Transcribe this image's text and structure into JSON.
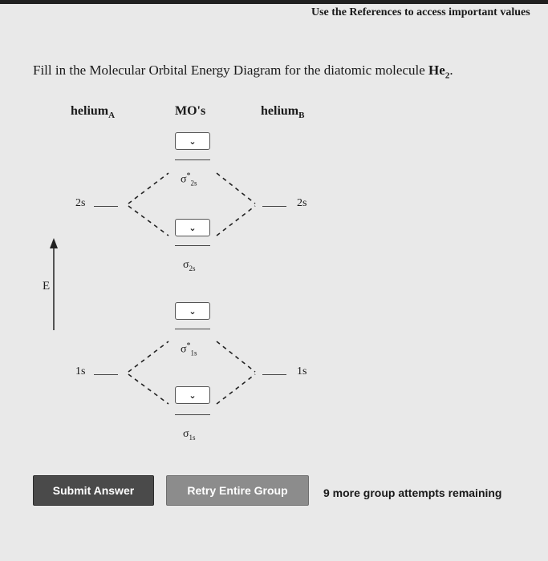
{
  "header": {
    "references_text": "Use the References to access important values"
  },
  "question": {
    "prompt": "Fill in the Molecular Orbital Energy Diagram for the diatomic molecule ",
    "molecule": "He",
    "molecule_subscript": "2",
    "end_punct": "."
  },
  "columns": {
    "atom_a": "helium",
    "atom_a_sub": "A",
    "mos": "MO's",
    "atom_b": "helium",
    "atom_b_sub": "B"
  },
  "diagram": {
    "energy_axis_label": "E",
    "ao_2s_left": "2s",
    "ao_2s_right": "2s",
    "ao_1s_left": "1s",
    "ao_1s_right": "1s",
    "mo_labels": {
      "sigma_star_2s": {
        "sym": "σ",
        "star": "*",
        "sub": "2s"
      },
      "sigma_2s": {
        "sym": "σ",
        "sub": "2s"
      },
      "sigma_star_1s": {
        "sym": "σ",
        "star": "*",
        "sub": "1s"
      },
      "sigma_1s": {
        "sym": "σ",
        "sub": "1s"
      }
    },
    "dropdown_chevron": "⌄"
  },
  "buttons": {
    "submit": "Submit Answer",
    "retry": "Retry Entire Group"
  },
  "status": {
    "attempts_remaining": "9 more group attempts remaining"
  }
}
